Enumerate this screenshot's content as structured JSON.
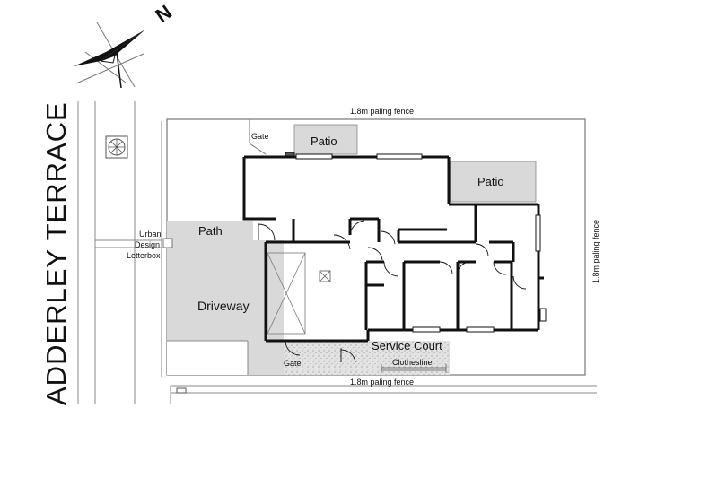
{
  "street_name": "ADDERLEY TERRACE",
  "north_label": "N",
  "fence_top": "1.8m paling fence",
  "fence_bottom": "1.8m paling fence",
  "fence_right": "1.8m paling fence",
  "areas": {
    "patio_top": "Patio",
    "patio_right": "Patio",
    "path": "Path",
    "driveway": "Driveway",
    "service_court": "Service Court"
  },
  "labels": {
    "gate_top": "Gate",
    "gate_bottom": "Gate",
    "clothesline": "Clothesline",
    "letterbox_line1": "Urban",
    "letterbox_line2": "Design",
    "letterbox_line3": "Letterbox"
  },
  "colors": {
    "paved": "#d9d9d9",
    "walls": "#111111",
    "lines": "#777777"
  }
}
